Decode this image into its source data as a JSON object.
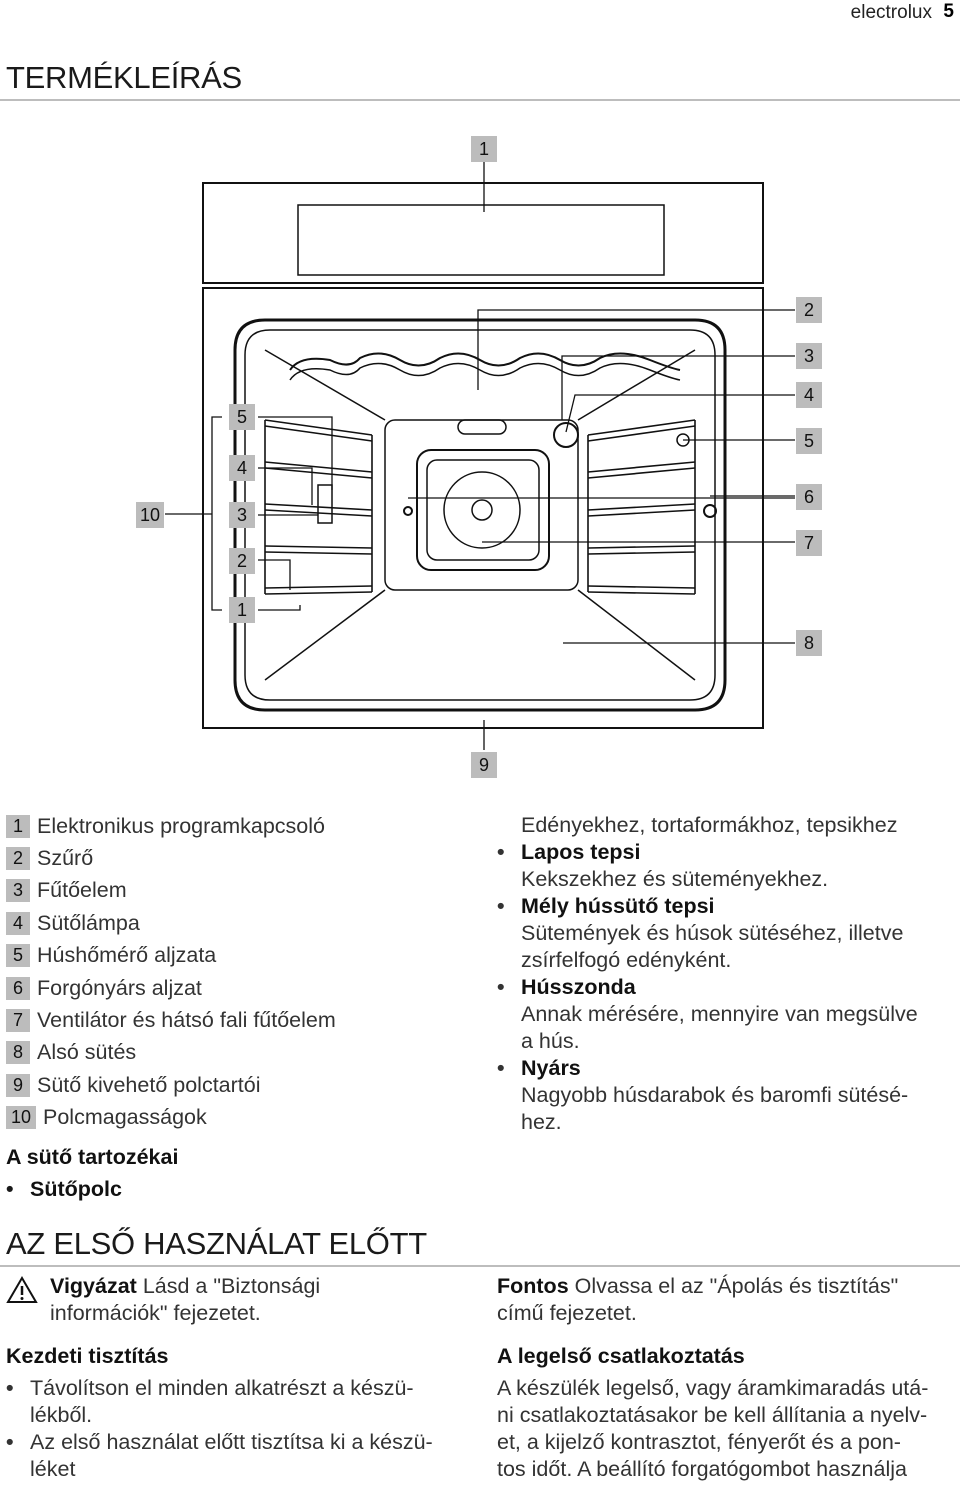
{
  "header": {
    "brand": "electrolux",
    "page": "5"
  },
  "section1": {
    "title": "TERMÉKLEÍRÁS"
  },
  "diagram": {
    "callouts_top": "1",
    "callouts_right": [
      "2",
      "3",
      "4",
      "5",
      "6",
      "7",
      "8"
    ],
    "callouts_left_levels": [
      "5",
      "4",
      "3",
      "2",
      "1"
    ],
    "callout_left_main": "10",
    "callout_bottom": "9"
  },
  "parts": [
    {
      "num": "1",
      "label": "Elektronikus programkapcsoló"
    },
    {
      "num": "2",
      "label": "Szűrő"
    },
    {
      "num": "3",
      "label": "Fűtőelem"
    },
    {
      "num": "4",
      "label": "Sütőlámpa"
    },
    {
      "num": "5",
      "label": "Húshőmérő aljzata"
    },
    {
      "num": "6",
      "label": "Forgónyárs aljzat"
    },
    {
      "num": "7",
      "label": "Ventilátor és hátsó fali fűtőelem"
    },
    {
      "num": "8",
      "label": "Alsó sütés"
    },
    {
      "num": "9",
      "label": "Sütő kivehető polctartói"
    },
    {
      "num": "10",
      "label": "Polcmagasságok"
    }
  ],
  "accessories": {
    "heading": "A sütő tartozékai",
    "first_item": "Sütőpolc",
    "first_item_desc": "Edényekhez, tortaformákhoz, tepsikhez",
    "items": [
      {
        "name": "Lapos tepsi",
        "desc": [
          "Kekszekhez és süteményekhez."
        ]
      },
      {
        "name": "Mély hússütő tepsi",
        "desc": [
          "Sütemények és húsok sütéséhez, illetve",
          "zsírfelfogó edényként."
        ]
      },
      {
        "name": "Hússzonda",
        "desc": [
          "Annak mérésére, mennyire van megsülve",
          "a hús."
        ]
      },
      {
        "name": "Nyárs",
        "desc": [
          "Nagyobb húsdarabok és baromfi sütésé-",
          "hez."
        ]
      }
    ]
  },
  "section2": {
    "title": "AZ ELSŐ HASZNÁLAT ELŐTT",
    "warning_label": "Vigyázat",
    "warning_text_1": "Lásd a \"Biztonsági",
    "warning_text_2": "információk\" fejezetet.",
    "initial_cleaning_heading": "Kezdeti tisztítás",
    "cleaning_items": [
      [
        "Távolítson el minden alkatrészt a készü-",
        "lékből."
      ],
      [
        "Az első használat előtt tisztítsa ki a készü-",
        "léket"
      ]
    ],
    "important_label": "Fontos",
    "important_text_1": "Olvassa el az \"Ápolás és tisztítás\"",
    "important_text_2": "című fejezetet.",
    "first_connection_heading": "A legelső csatlakoztatás",
    "first_connection_lines": [
      "A készülék legelső, vagy áramkimaradás utá-",
      "ni csatlakoztatásakor be kell állítania a nyelv-",
      "et, a kijelző kontrasztot, fényerőt és a pon-",
      "tos időt. A beállító forgatógombot használja"
    ]
  }
}
